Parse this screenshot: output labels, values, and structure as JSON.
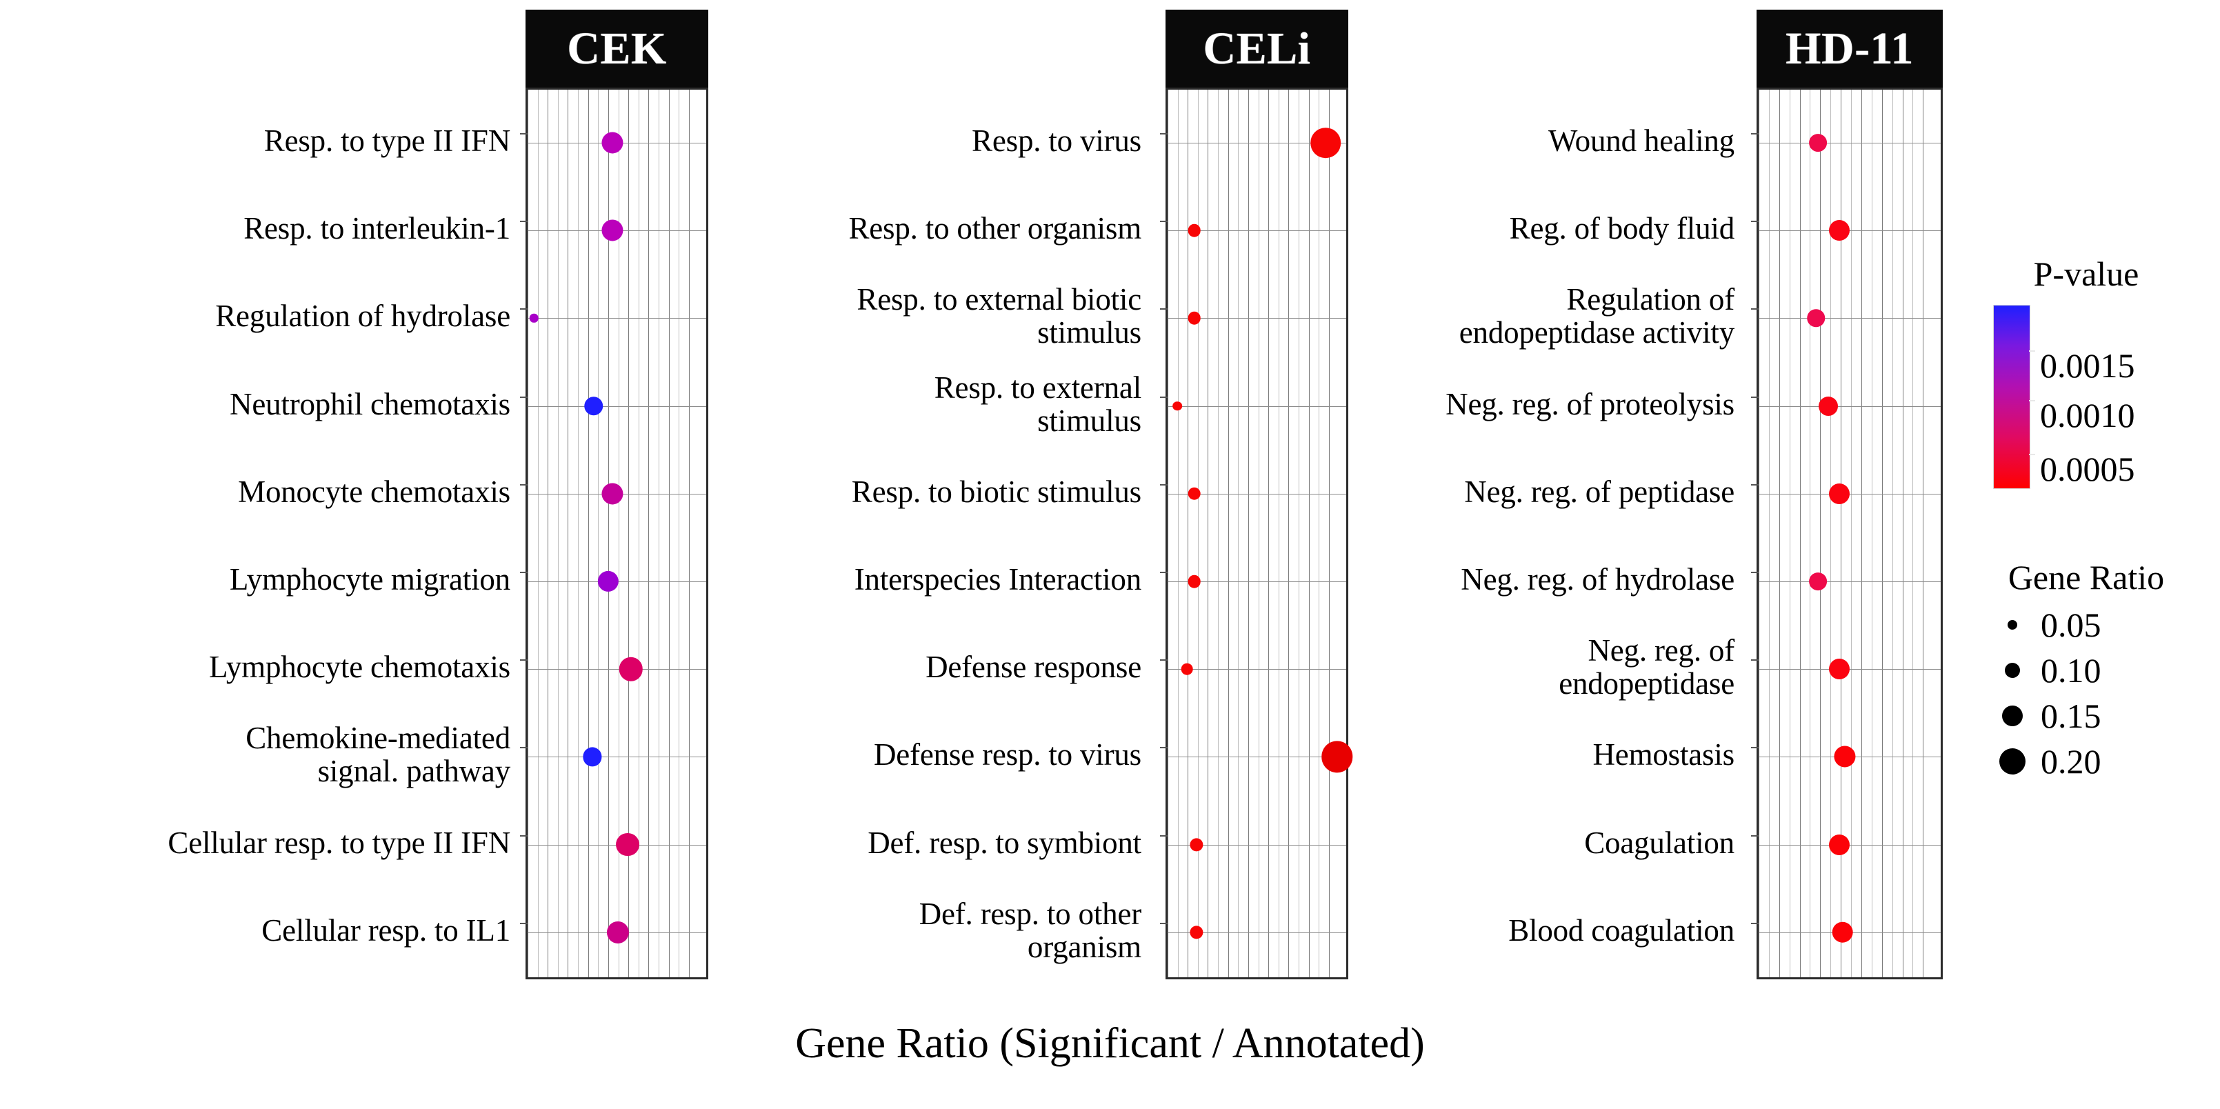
{
  "figure": {
    "xaxis_title": "Gene Ratio (Significant / Annotated)"
  },
  "legends": {
    "pvalue": {
      "title": "P-value",
      "ticks": [
        "0.0015",
        "0.0010",
        "0.0005"
      ],
      "color_high": "#1f1fff",
      "color_low": "#ff0000"
    },
    "generatio": {
      "title": "Gene Ratio",
      "items": [
        "0.05",
        "0.10",
        "0.15",
        "0.20"
      ]
    }
  },
  "chart_data": {
    "type": "scatter",
    "title": "",
    "xlabel": "Gene Ratio (Significant / Annotated)",
    "ylabel": "",
    "grid": true,
    "legend_position": "right",
    "size_encoding": "Gene Ratio",
    "color_encoding": "P-value",
    "color_scale": {
      "low": 0.0005,
      "high": 0.0015,
      "low_color": "#ff0000",
      "high_color": "#1f1fff"
    },
    "size_scale": {
      "values": [
        0.05,
        0.1,
        0.15,
        0.2
      ]
    },
    "panels": [
      {
        "name": "CEK",
        "xlim": [
          0,
          0.22
        ],
        "points": [
          {
            "term": "Resp. to type II IFN",
            "gene_ratio": 0.105,
            "p_value": 0.00103,
            "color": "#bb00bb"
          },
          {
            "term": "Resp. to interleukin-1",
            "gene_ratio": 0.105,
            "p_value": 0.00103,
            "color": "#bb00bb"
          },
          {
            "term": "Regulation of hydrolase",
            "gene_ratio": 0.008,
            "p_value": 0.0011,
            "color": "#a800c8"
          },
          {
            "term": "Neutrophil chemotaxis",
            "gene_ratio": 0.082,
            "p_value": 0.0016,
            "color": "#1f1fff"
          },
          {
            "term": "Monocyte chemotaxis",
            "gene_ratio": 0.105,
            "p_value": 0.001,
            "color": "#c4009c"
          },
          {
            "term": "Lymphocyte migration",
            "gene_ratio": 0.1,
            "p_value": 0.00115,
            "color": "#9d00d2"
          },
          {
            "term": "Lymphocyte chemotaxis",
            "gene_ratio": 0.128,
            "p_value": 0.00072,
            "color": "#dd0066"
          },
          {
            "term": "Chemokine-mediated\nsignal. pathway",
            "gene_ratio": 0.08,
            "p_value": 0.0016,
            "color": "#1f1fff"
          },
          {
            "term": "Cellular resp. to type II IFN",
            "gene_ratio": 0.124,
            "p_value": 0.00072,
            "color": "#dd0066"
          },
          {
            "term": "Cellular resp. to IL1",
            "gene_ratio": 0.112,
            "p_value": 0.00092,
            "color": "#cc0088"
          }
        ]
      },
      {
        "name": "CELi",
        "xlim": [
          0,
          0.22
        ],
        "points": [
          {
            "term": "Resp. to virus",
            "gene_ratio": 0.196,
            "p_value": 0.0002,
            "color": "#f80505"
          },
          {
            "term": "Resp. to other organism",
            "gene_ratio": 0.033,
            "p_value": 0.0002,
            "color": "#f80505"
          },
          {
            "term": "Resp. to external biotic\nstimulus",
            "gene_ratio": 0.033,
            "p_value": 0.0002,
            "color": "#f80505"
          },
          {
            "term": "Resp. to external\nstimulus",
            "gene_ratio": 0.012,
            "p_value": 0.0002,
            "color": "#f80505"
          },
          {
            "term": "Resp. to biotic stimulus",
            "gene_ratio": 0.033,
            "p_value": 0.0002,
            "color": "#f80505"
          },
          {
            "term": "Interspecies Interaction",
            "gene_ratio": 0.033,
            "p_value": 0.0002,
            "color": "#f80505"
          },
          {
            "term": "Defense response",
            "gene_ratio": 0.024,
            "p_value": 0.0002,
            "color": "#f80505"
          },
          {
            "term": "Defense resp. to virus",
            "gene_ratio": 0.21,
            "p_value": 0.0002,
            "color": "#e80000"
          },
          {
            "term": "Def. resp. to symbiont",
            "gene_ratio": 0.036,
            "p_value": 0.0002,
            "color": "#f80505"
          },
          {
            "term": "Def. resp. to other\norganism",
            "gene_ratio": 0.036,
            "p_value": 0.0002,
            "color": "#f80505"
          }
        ]
      },
      {
        "name": "HD-11",
        "xlim": [
          0,
          0.22
        ],
        "points": [
          {
            "term": "Wound healing",
            "gene_ratio": 0.072,
            "p_value": 0.0004,
            "color": "#ef0a4a"
          },
          {
            "term": "Reg. of body fluid",
            "gene_ratio": 0.098,
            "p_value": 0.00025,
            "color": "#fa0414"
          },
          {
            "term": "Regulation of\nendopeptidase activity",
            "gene_ratio": 0.07,
            "p_value": 0.00045,
            "color": "#ee0a4e"
          },
          {
            "term": "Neg. reg. of proteolysis",
            "gene_ratio": 0.085,
            "p_value": 0.00025,
            "color": "#fa0414"
          },
          {
            "term": "Neg. reg. of peptidase",
            "gene_ratio": 0.098,
            "p_value": 0.00022,
            "color": "#fb0310"
          },
          {
            "term": "Neg. reg. of hydrolase",
            "gene_ratio": 0.072,
            "p_value": 0.0004,
            "color": "#ef0a4a"
          },
          {
            "term": "Neg. reg. of\nendopeptidase",
            "gene_ratio": 0.098,
            "p_value": 0.00022,
            "color": "#fb0310"
          },
          {
            "term": "Hemostasis",
            "gene_ratio": 0.105,
            "p_value": 0.0002,
            "color": "#fc0208"
          },
          {
            "term": "Coagulation",
            "gene_ratio": 0.098,
            "p_value": 0.0002,
            "color": "#fc0208"
          },
          {
            "term": "Blood coagulation",
            "gene_ratio": 0.102,
            "p_value": 0.0002,
            "color": "#fc0208"
          }
        ]
      }
    ]
  }
}
